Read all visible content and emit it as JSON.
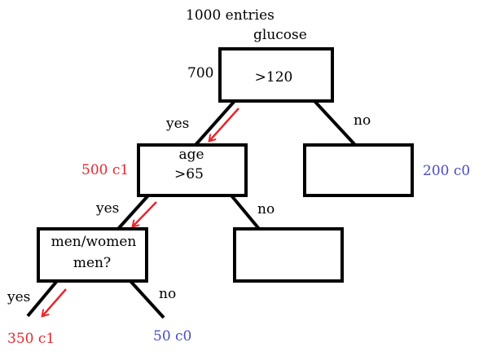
{
  "header": {
    "entries": "1000  entries",
    "root_feature": "glucose"
  },
  "root": {
    "count": "700",
    "condition": ">120"
  },
  "edges": {
    "yes": "yes",
    "no": "no"
  },
  "node_age": {
    "line1": "age",
    "line2": ">65",
    "annotation": "500 c1"
  },
  "node_right": {
    "annotation": "200 c0"
  },
  "node_gender": {
    "line1": "men/women",
    "line2": "men?"
  },
  "leaves": {
    "left": "350 c1",
    "right": "50 c0"
  },
  "colors": {
    "c1_annotation": "#e8262e",
    "c0_annotation": "#4a4ac4",
    "path_arrow": "#e8262e",
    "outline": "#000000"
  }
}
